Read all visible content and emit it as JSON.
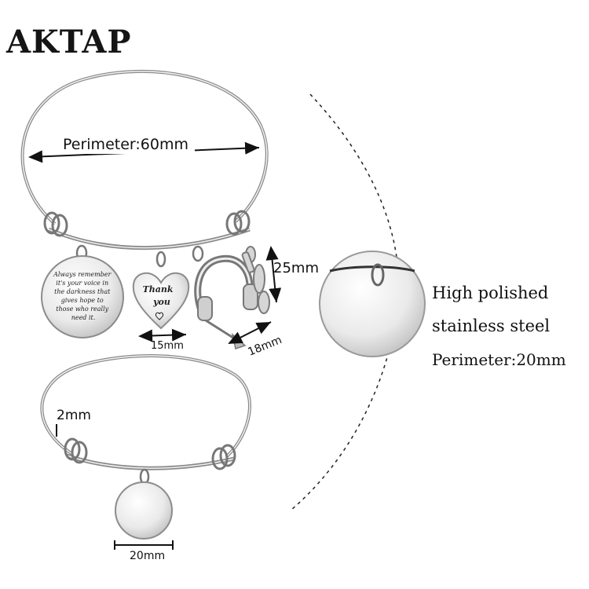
{
  "brand": "AKTAP",
  "top_bangle": {
    "perimeter_label": "Perimeter:60mm",
    "charms": {
      "round_disc_text": [
        "Always remember",
        "it's your voice in",
        "the darkness that",
        "gives hope to",
        "those who really",
        "need it."
      ],
      "heart_text": [
        "Thank",
        "you"
      ],
      "heart_width": "15mm",
      "headphones_width": "18mm",
      "headphones_height": "25mm"
    }
  },
  "bottom_bangle": {
    "wire_label": "2mm",
    "disc_label": "20mm"
  },
  "detail": {
    "features": [
      "High polished",
      "stainless steel",
      "Perimeter:20mm"
    ]
  }
}
